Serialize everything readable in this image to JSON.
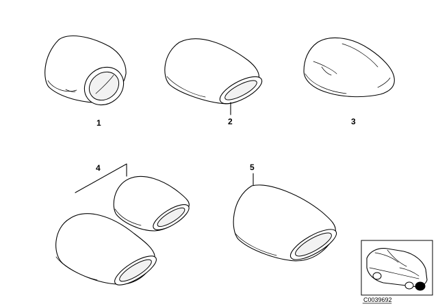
{
  "parts": [
    {
      "number": "1",
      "shape": "round-tailpipe-trim"
    },
    {
      "number": "2",
      "shape": "oval-tailpipe-trim"
    },
    {
      "number": "3",
      "shape": "mirror-cap"
    },
    {
      "number": "4",
      "shape": "oval-tailpipe-trim-pair"
    },
    {
      "number": "5",
      "shape": "large-oval-tailpipe-trim"
    }
  ],
  "inset": {
    "code": "C0039692",
    "shape": "car-rear-view"
  }
}
